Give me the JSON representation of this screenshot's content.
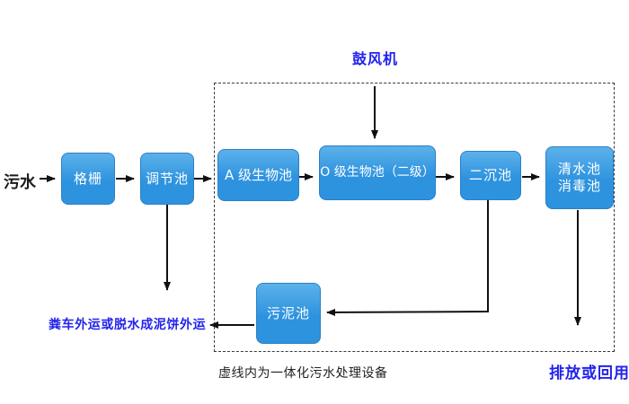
{
  "diagram": {
    "inlet_label": "污水",
    "blower_label": "鼓风机",
    "nodes": {
      "grid": "格栅",
      "regulating": "调节池",
      "a_bio": "A 级生物池",
      "o_bio": "O 级生物池（二级）",
      "secondary_sed": "二沉池",
      "clearwater_line1": "清水池",
      "clearwater_line2": "消毒池",
      "sludge": "污泥池"
    },
    "annotations": {
      "sludge_out": "粪车外运或脱水成泥饼外运",
      "boundary_caption": "虚线内为一体化污水处理设备",
      "discharge": "排放或回用"
    },
    "colors": {
      "box_fill_top": "#5cb1ea",
      "box_fill_bottom": "#2e93df",
      "box_border": "#2b80c5",
      "box_text": "#ffffff",
      "annotation_blue": "#2222ee",
      "text_black": "#1b1b1b",
      "arrow_black": "#111111"
    }
  }
}
